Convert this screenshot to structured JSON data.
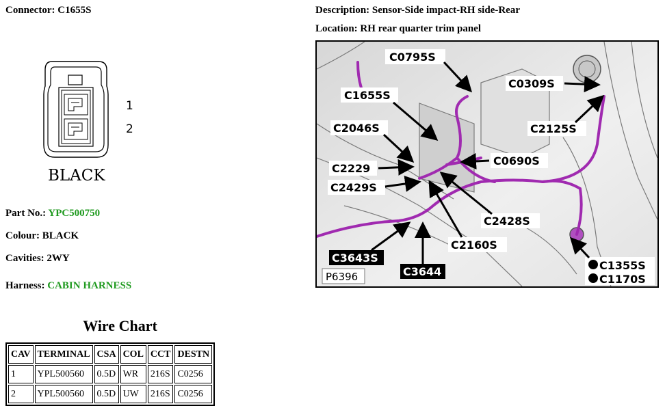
{
  "connector": {
    "label": "Connector:",
    "value": "C1655S"
  },
  "pinout": {
    "pin1": "1",
    "pin2": "2",
    "housing_color": "BLACK"
  },
  "part_no": {
    "label": "Part No.:",
    "value": "YPC500750"
  },
  "colour": {
    "label": "Colour:",
    "value": "BLACK"
  },
  "cavities": {
    "label": "Cavities:",
    "value": "2WY"
  },
  "harness": {
    "label": "Harness:",
    "value": "CABIN HARNESS"
  },
  "description": {
    "label": "Description:",
    "value": "Sensor-Side impact-RH side-Rear"
  },
  "location": {
    "label": "Location:",
    "value": "RH rear quarter trim panel"
  },
  "wire_chart": {
    "title": "Wire Chart",
    "headers": [
      "CAV",
      "TERMINAL",
      "CSA",
      "COL",
      "CCT",
      "DESTN"
    ],
    "rows": [
      [
        "1",
        "YPL500560",
        "0.5D",
        "WR",
        "216S",
        "C0256"
      ],
      [
        "2",
        "YPL500560",
        "0.5D",
        "UW",
        "216S",
        "C0256"
      ]
    ]
  },
  "location_image": {
    "figure_id": "P6396",
    "callouts": {
      "c0795s": "C0795S",
      "c1655s": "C1655S",
      "c0309s": "C0309S",
      "c2046s": "C2046S",
      "c2125s": "C2125S",
      "c2229": "C2229",
      "c0690s": "C0690S",
      "c2429s": "C2429S",
      "c2428s": "C2428S",
      "c2160s": "C2160S",
      "c3643s": "C3643S",
      "c3644": "C3644",
      "c1355s": "C1355S",
      "c1170s": "C1170S"
    },
    "harness_color": "#a02ab0"
  }
}
